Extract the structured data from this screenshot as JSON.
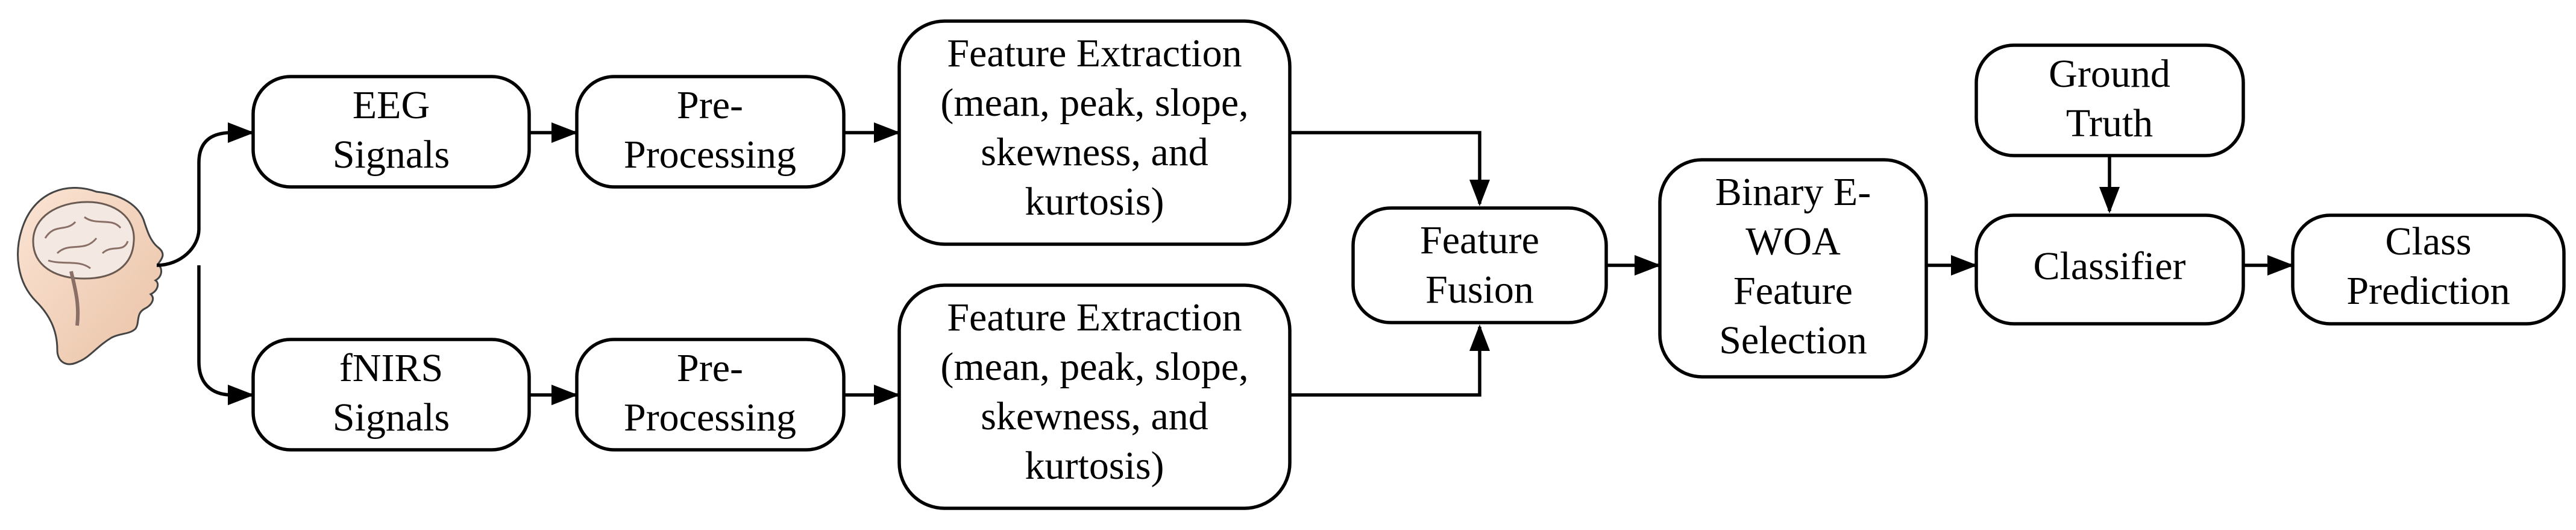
{
  "diagram": {
    "nodes": {
      "eeg_signals": {
        "lines": [
          "EEG",
          "Signals"
        ]
      },
      "eeg_preprocessing": {
        "lines": [
          "Pre-",
          "Processing"
        ]
      },
      "eeg_feature_extraction": {
        "lines": [
          "Feature Extraction",
          "(mean, peak, slope,",
          "skewness, and",
          "kurtosis)"
        ]
      },
      "fnirs_signals": {
        "lines": [
          "fNIRS",
          "Signals"
        ]
      },
      "fnirs_preprocessing": {
        "lines": [
          "Pre-",
          "Processing"
        ]
      },
      "fnirs_feature_extraction": {
        "lines": [
          "Feature Extraction",
          "(mean, peak, slope,",
          "skewness, and",
          "kurtosis)"
        ]
      },
      "feature_fusion": {
        "lines": [
          "Feature",
          "Fusion"
        ]
      },
      "feature_selection": {
        "lines": [
          "Binary E-",
          "WOA",
          "Feature",
          "Selection"
        ]
      },
      "ground_truth": {
        "lines": [
          "Ground",
          "Truth"
        ]
      },
      "classifier": {
        "lines": [
          "Classifier"
        ]
      },
      "class_prediction": {
        "lines": [
          "Class",
          "Prediction"
        ]
      }
    },
    "edges": [
      [
        "brain_icon",
        "eeg_signals"
      ],
      [
        "brain_icon",
        "fnirs_signals"
      ],
      [
        "eeg_signals",
        "eeg_preprocessing"
      ],
      [
        "eeg_preprocessing",
        "eeg_feature_extraction"
      ],
      [
        "eeg_feature_extraction",
        "feature_fusion"
      ],
      [
        "fnirs_signals",
        "fnirs_preprocessing"
      ],
      [
        "fnirs_preprocessing",
        "fnirs_feature_extraction"
      ],
      [
        "fnirs_feature_extraction",
        "feature_fusion"
      ],
      [
        "feature_fusion",
        "feature_selection"
      ],
      [
        "feature_selection",
        "classifier"
      ],
      [
        "ground_truth",
        "classifier"
      ],
      [
        "classifier",
        "class_prediction"
      ]
    ]
  }
}
